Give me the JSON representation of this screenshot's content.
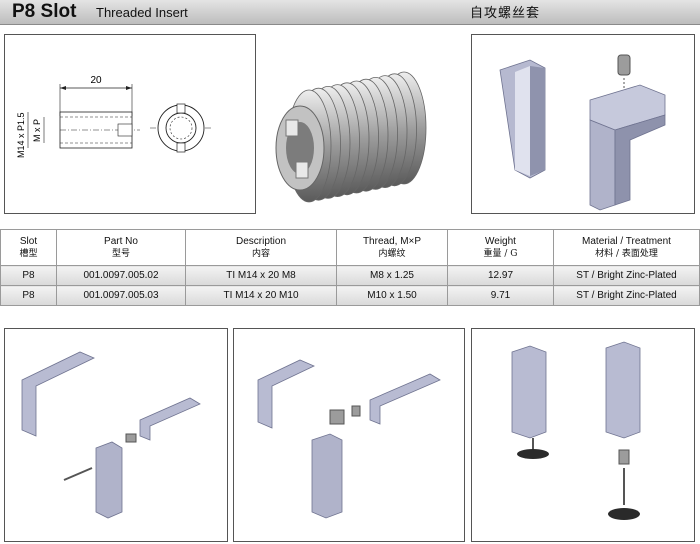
{
  "header": {
    "slot": "P8 Slot",
    "product": "Threaded Insert",
    "product_cn": "自攻螺丝套"
  },
  "drawing": {
    "length": "20",
    "thread_label": "M14 x P1.5",
    "mp_label": "M x P"
  },
  "table": {
    "columns": [
      {
        "en": "Slot",
        "cn": "槽型"
      },
      {
        "en": "Part No",
        "cn": "型号"
      },
      {
        "en": "Description",
        "cn": "内容"
      },
      {
        "en": "Thread, M×P",
        "cn": "内螺纹"
      },
      {
        "en": "Weight",
        "cn": "重量 / G"
      },
      {
        "en": "Material / Treatment",
        "cn": "材料 / 表面处理"
      }
    ],
    "rows": [
      {
        "slot": "P8",
        "part_no": "001.0097.005.02",
        "description": "TI M14 x 20 M8",
        "thread": "M8 x 1.25",
        "weight": "12.97",
        "material": "ST / Bright Zinc-Plated"
      },
      {
        "slot": "P8",
        "part_no": "001.0097.005.03",
        "description": "TI M14 x 20 M10",
        "thread": "M10 x 1.50",
        "weight": "9.71",
        "material": "ST / Bright Zinc-Plated"
      }
    ]
  },
  "colors": {
    "header_bg": "#c8c8c8",
    "profile_light": "#d8dae8",
    "profile_mid": "#a9adc4",
    "profile_dark": "#6f7390",
    "metal": "#9a9a9a"
  }
}
